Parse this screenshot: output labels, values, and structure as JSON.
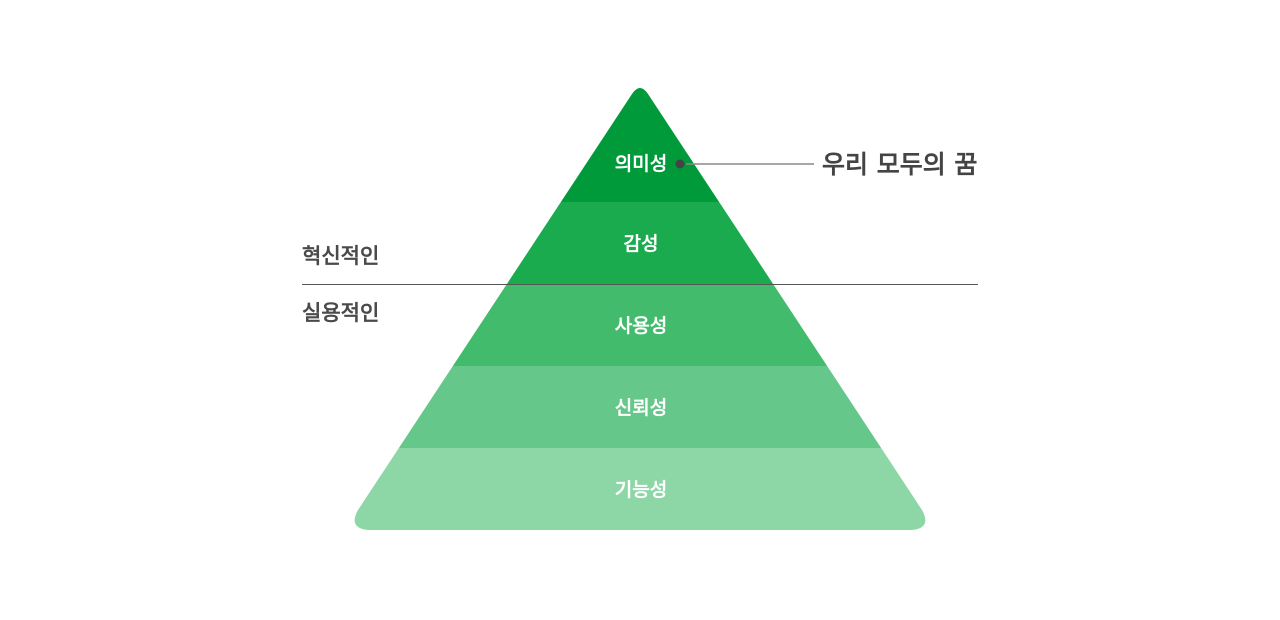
{
  "pyramid": {
    "layers": [
      {
        "label": "의미성",
        "color": "#009a3a"
      },
      {
        "label": "감성",
        "color": "#1aab4e"
      },
      {
        "label": "사용성",
        "color": "#42bc6c"
      },
      {
        "label": "신뢰성",
        "color": "#66c78a"
      },
      {
        "label": "기능성",
        "color": "#8dd6a6"
      }
    ],
    "label_color": "#ffffff"
  },
  "callout": {
    "text": "우리 모두의 꿈",
    "line_color": "#8a8a8a",
    "dot_color": "#444444"
  },
  "divider": {
    "upper_label": "혁신적인",
    "lower_label": "실용적인"
  }
}
